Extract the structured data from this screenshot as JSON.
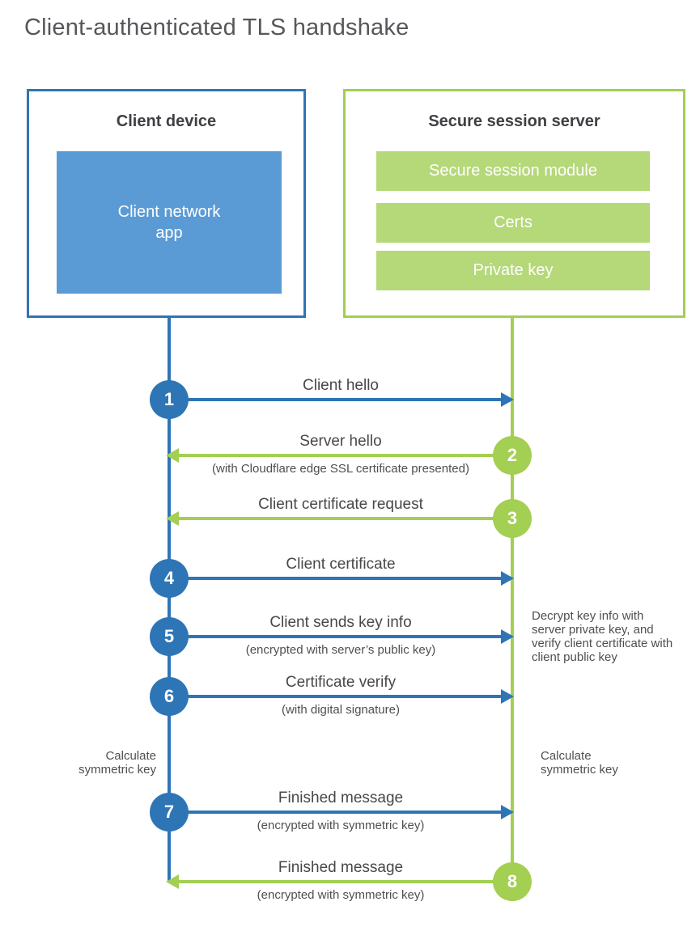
{
  "title": "Client-authenticated TLS handshake",
  "colors": {
    "blue": "#2e75b6",
    "blue_light": "#5b9bd5",
    "green": "#a3cf52",
    "green_light": "#b5d878",
    "text_dark": "#484848"
  },
  "client_box": {
    "title": "Client device",
    "app_label": "Client network app"
  },
  "server_box": {
    "title": "Secure session server",
    "modules": [
      "Secure session module",
      "Certs",
      "Private key"
    ]
  },
  "steps": [
    {
      "num": "1",
      "label": "Client hello",
      "sublabel": ""
    },
    {
      "num": "2",
      "label": "Server hello",
      "sublabel": "(with Cloudflare edge SSL certificate presented)"
    },
    {
      "num": "3",
      "label": "Client certificate request",
      "sublabel": ""
    },
    {
      "num": "4",
      "label": "Client certificate",
      "sublabel": ""
    },
    {
      "num": "5",
      "label": "Client sends key info",
      "sublabel": "(encrypted with server’s public key)"
    },
    {
      "num": "6",
      "label": "Certificate verify",
      "sublabel": "(with digital signature)"
    },
    {
      "num": "7",
      "label": "Finished message",
      "sublabel": "(encrypted with symmetric key)"
    },
    {
      "num": "8",
      "label": "Finished message",
      "sublabel": "(encrypted with symmetric key)"
    }
  ],
  "notes": {
    "decrypt": "Decrypt key info with server private key, and verify client certificate with client public key",
    "calc_client": "Calculate symmetric key",
    "calc_server": "Calculate symmetric key"
  }
}
